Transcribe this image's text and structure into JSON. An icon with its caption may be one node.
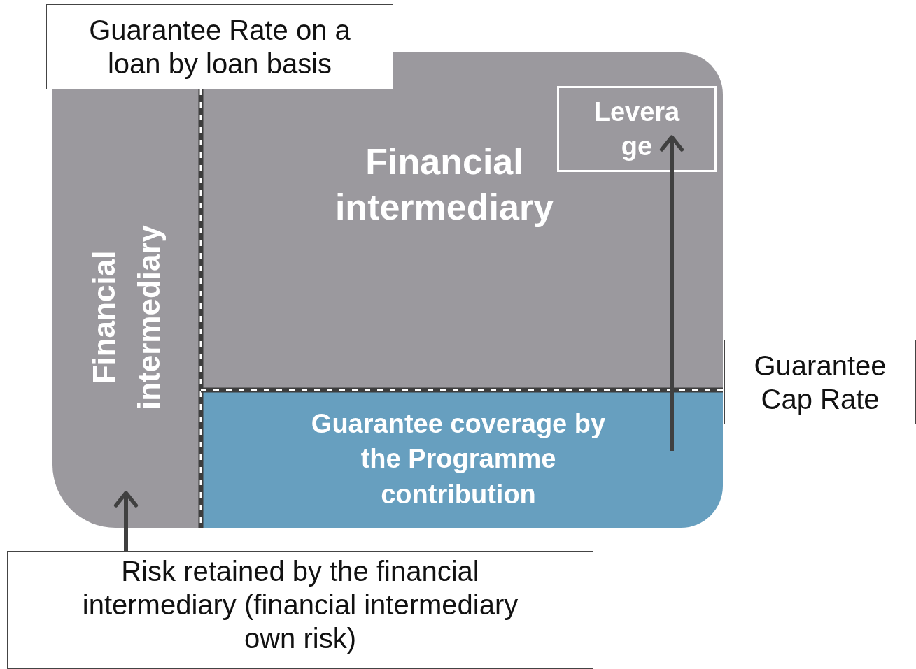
{
  "diagram": {
    "nodes": [
      {
        "text": [
          "Financial intermediary"
        ]
      },
      {
        "text": [
          "Financial intermediary"
        ]
      },
      {
        "text": [
          "Guarantee coverage by the Programme contribution"
        ]
      },
      {
        "text": [
          "Guarantee Rate on a loan by loan basis"
        ]
      },
      {
        "text": [
          "Leverage"
        ],
        "in": 1
      },
      {
        "text": [
          "Guarantee Cap Rate"
        ]
      },
      {
        "text": [
          "Risk retained by the financial intermediary (financial intermediary own risk)"
        ]
      }
    ],
    "edges": [
      {
        "from": 6,
        "to": 0,
        "arrow": "to"
      },
      {
        "from": 2,
        "to": 4,
        "arrow": "to"
      }
    ]
  }
}
